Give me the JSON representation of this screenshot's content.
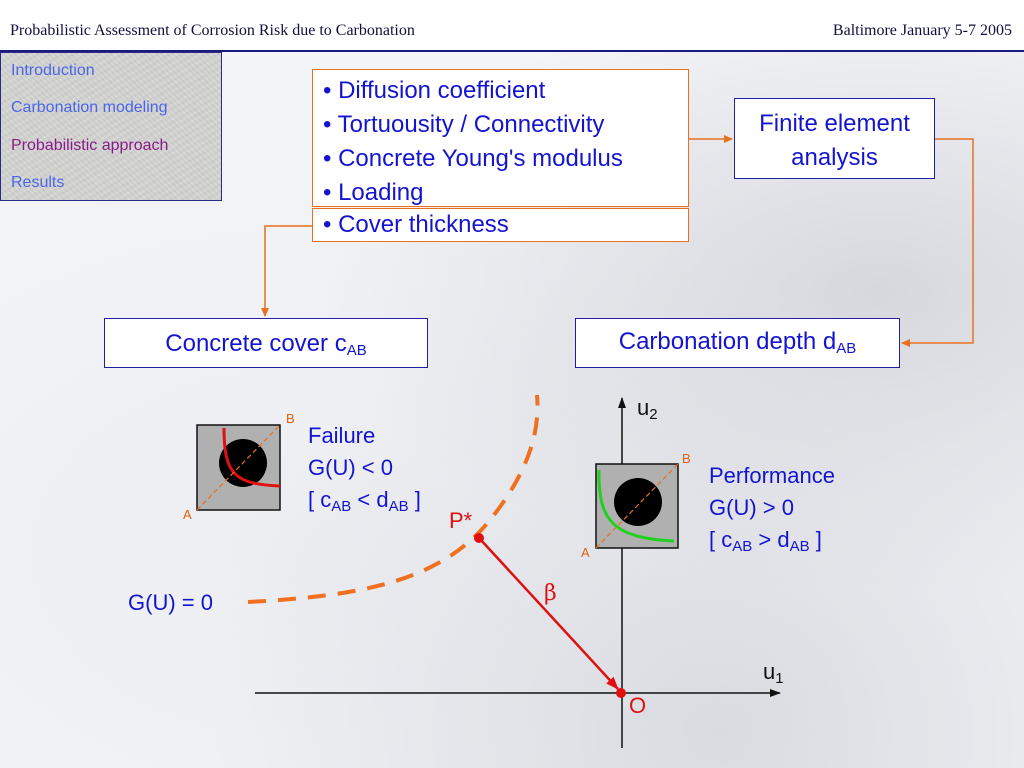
{
  "header": {
    "title": "Probabilistic Assessment of Corrosion Risk due to Carbonation",
    "date": "Baltimore January 5-7 2005"
  },
  "nav": {
    "items": [
      {
        "label": "Introduction"
      },
      {
        "label": "Carbonation modeling"
      },
      {
        "label": "Probabilistic approach"
      },
      {
        "label": "Results"
      }
    ],
    "active_index": 2
  },
  "inputs": {
    "items": [
      "• Diffusion coefficient",
      "• Tortuousity / Connectivity",
      "• Concrete Young's modulus",
      "• Loading"
    ],
    "cover": "• Cover thickness"
  },
  "fea": {
    "line1": "Finite element",
    "line2": "analysis"
  },
  "cover_box": {
    "label": "Concrete cover c",
    "sub": "AB"
  },
  "depth_box": {
    "label": "Carbonation depth d",
    "sub": "AB"
  },
  "failure": {
    "title": "Failure",
    "condition": "G(U) < 0",
    "rel_open": "[ c",
    "rel_sub1": "AB",
    "rel_op": " < d",
    "rel_sub2": "AB",
    "rel_close": " ]",
    "point_a": "A",
    "point_b": "B"
  },
  "performance": {
    "title": "Performance",
    "condition": "G(U) > 0",
    "rel_open": "[ c",
    "rel_sub1": "AB",
    "rel_op": " > d",
    "rel_sub2": "AB",
    "rel_close": " ]",
    "point_a": "A",
    "point_b": "B"
  },
  "plot": {
    "limit_state": "G(U) = 0",
    "design_point": "P*",
    "origin": "O",
    "beta": "β",
    "u1": "u",
    "u1_sub": "1",
    "u2": "u",
    "u2_sub": "2"
  },
  "colors": {
    "text_blue": "#1414d0",
    "nav_blue": "#4a66e8",
    "nav_active": "#8a1a8a",
    "orange": "#e87020",
    "red": "#e01010",
    "green": "#20d020",
    "header_rule": "#1a1a80"
  }
}
